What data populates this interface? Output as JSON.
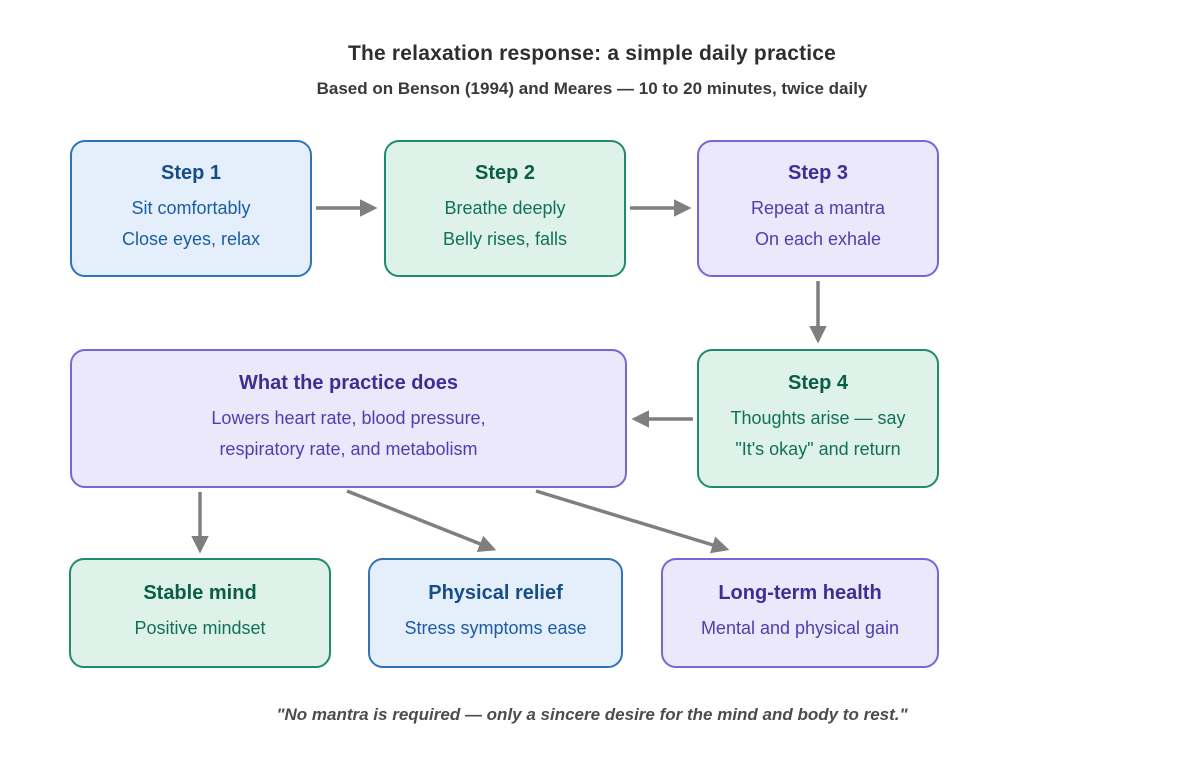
{
  "header": {
    "title": "The relaxation response: a simple daily practice",
    "subtitle": "Based on Benson (1994) and Meares — 10 to 20 minutes, twice daily"
  },
  "nodes": {
    "step1": {
      "title": "Step 1",
      "line1": "Sit comfortably",
      "line2": "Close eyes, relax",
      "palette": "blue"
    },
    "step2": {
      "title": "Step 2",
      "line1": "Breathe deeply",
      "line2": "Belly rises, falls",
      "palette": "green"
    },
    "step3": {
      "title": "Step 3",
      "line1": "Repeat a mantra",
      "line2": "On each exhale",
      "palette": "purple"
    },
    "practice": {
      "title": "What the practice does",
      "line1": "Lowers heart rate, blood pressure,",
      "line2": "respiratory rate, and metabolism",
      "palette": "purple"
    },
    "step4": {
      "title": "Step 4",
      "line1": "Thoughts arise — say",
      "line2": "\"It's okay\" and return",
      "palette": "green"
    },
    "stable": {
      "title": "Stable mind",
      "line1": "Positive mindset",
      "palette": "green"
    },
    "physical": {
      "title": "Physical relief",
      "line1": "Stress symptoms ease",
      "palette": "blue"
    },
    "longterm": {
      "title": "Long-term health",
      "line1": "Mental and physical gain",
      "palette": "purple"
    }
  },
  "edges": [
    {
      "from": "step1",
      "to": "step2"
    },
    {
      "from": "step2",
      "to": "step3"
    },
    {
      "from": "step3",
      "to": "step4"
    },
    {
      "from": "step4",
      "to": "practice"
    },
    {
      "from": "practice",
      "to": "stable"
    },
    {
      "from": "practice",
      "to": "physical"
    },
    {
      "from": "practice",
      "to": "longterm"
    }
  ],
  "footer": {
    "quote": "\"No mantra is required — only a sincere desire for the mind and body to rest.\""
  },
  "colors": {
    "background": "#ffffff",
    "blue": {
      "fill": "#e4effb",
      "border": "#3273b6",
      "title": "#174e88",
      "body": "#1c5ca3"
    },
    "green": {
      "fill": "#def2e9",
      "border": "#1f8a71",
      "title": "#0b5d48",
      "body": "#10705a"
    },
    "purple": {
      "fill": "#eae8fa",
      "border": "#7468d4",
      "title": "#3b2f96",
      "body": "#4c3fb0"
    },
    "arrow": "#7f7f7f",
    "title_text": "#2e2e2e",
    "subtitle_text": "#3a3a3a",
    "quote_text": "#4c4c4c"
  }
}
